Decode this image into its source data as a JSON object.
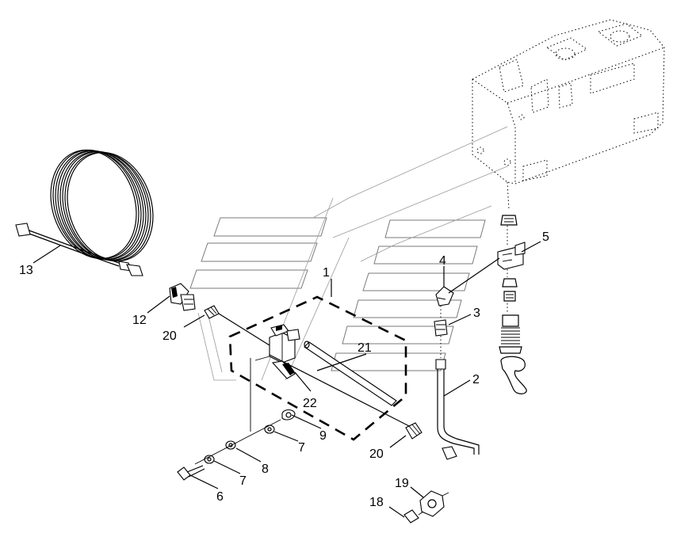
{
  "diagram": {
    "labels": {
      "p1": "1",
      "p2": "2",
      "p3": "3",
      "p4": "4",
      "p5": "5",
      "p6": "6",
      "p7a": "7",
      "p7b": "7",
      "p8": "8",
      "p9": "9",
      "p12": "12",
      "p13": "13",
      "p18": "18",
      "p19": "19",
      "p20a": "20",
      "p20b": "20",
      "p21": "21",
      "p22": "22"
    }
  }
}
